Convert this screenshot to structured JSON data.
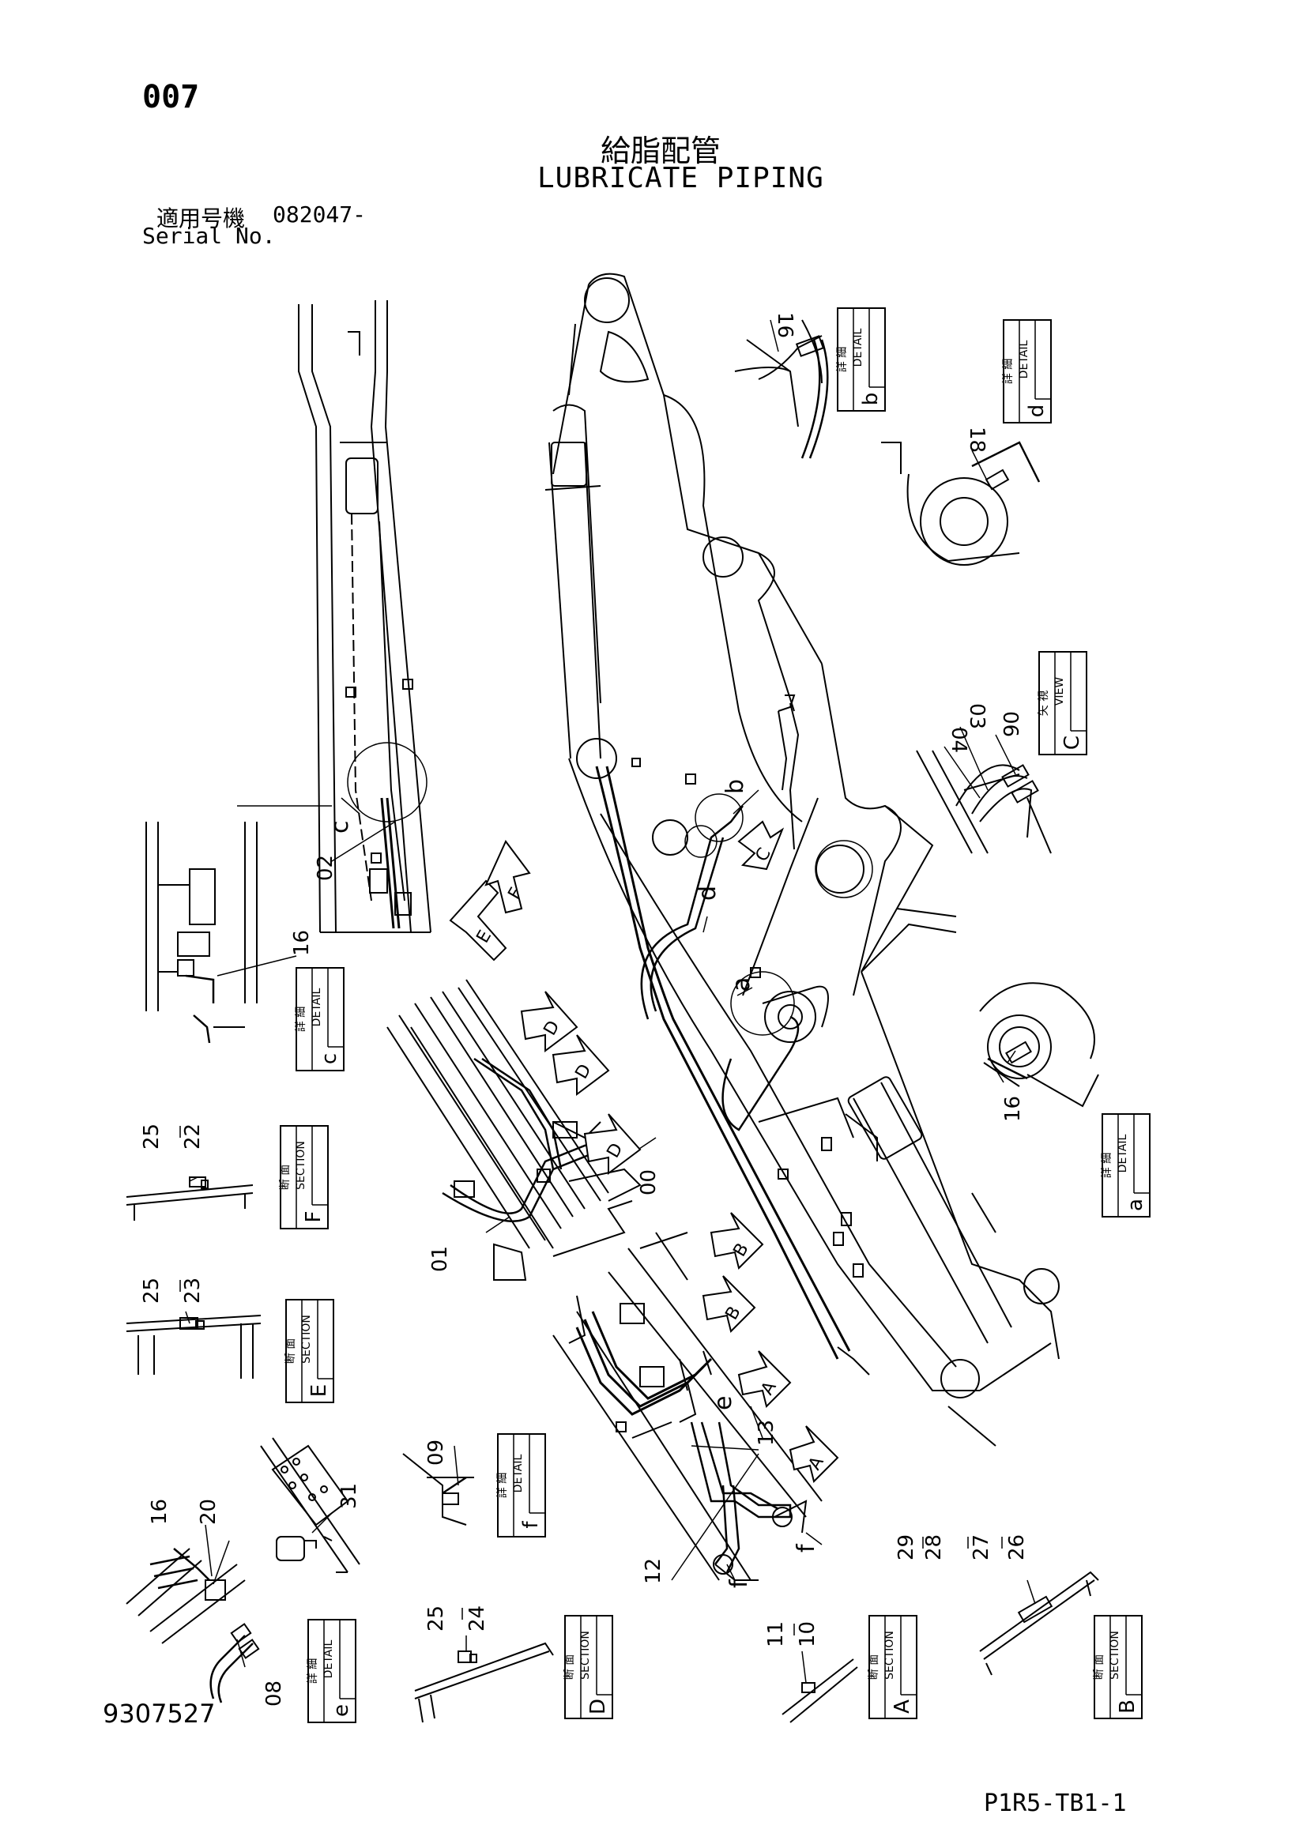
{
  "header": {
    "page_number": "007",
    "title_jp": "給脂配管",
    "title_en": "LUBRICATE PIPING",
    "serial_label_jp": "適用号機",
    "serial_value": "082047-",
    "serial_label_en": "Serial No."
  },
  "footer": {
    "drawing_number": "9307527",
    "page_code": "P1R5-TB1-1"
  },
  "boxes": {
    "detail_b": {
      "jp": "詳 細",
      "en": "DETAIL",
      "letter": "b"
    },
    "detail_d": {
      "jp": "詳 細",
      "en": "DETAIL",
      "letter": "d"
    },
    "view_c": {
      "jp": "矢 視",
      "en": "VIEW",
      "letter": "C"
    },
    "detail_c": {
      "jp": "詳 細",
      "en": "DETAIL",
      "letter": "c"
    },
    "section_f": {
      "jp": "断 面",
      "en": "SECTION",
      "letter": "F"
    },
    "section_e": {
      "jp": "断 面",
      "en": "SECTION",
      "letter": "E"
    },
    "detail_a": {
      "jp": "詳 細",
      "en": "DETAIL",
      "letter": "a"
    },
    "detail_f": {
      "jp": "詳 細",
      "en": "DETAIL",
      "letter": "f"
    },
    "detail_e": {
      "jp": "詳 細",
      "en": "DETAIL",
      "letter": "e"
    },
    "section_d": {
      "jp": "断 面",
      "en": "SECTION",
      "letter": "D"
    },
    "section_a": {
      "jp": "断 面",
      "en": "SECTION",
      "letter": "A"
    },
    "section_b": {
      "jp": "断 面",
      "en": "SECTION",
      "letter": "B"
    }
  },
  "callouts": {
    "c16_b": "16",
    "c18": "18",
    "c04": "04",
    "c03": "03",
    "c06": "06",
    "c16_c": "16",
    "c16_a": "16",
    "c02": "02",
    "c00": "00",
    "c01": "01",
    "c25_f": "25",
    "c22": "22",
    "c25_e": "25",
    "c23": "23",
    "c09": "09",
    "c13": "13",
    "c12": "12",
    "c31": "31",
    "c16_e": "16",
    "c20": "20",
    "c08": "08",
    "c25_d": "25",
    "c24": "24",
    "c11": "11",
    "c10": "10",
    "c29": "29",
    "c28": "28",
    "c27": "27",
    "c26": "26"
  },
  "view_letters": {
    "b": "b",
    "d": "d",
    "a": "a",
    "c": "c",
    "e": "e",
    "f1": "f",
    "f2": "f",
    "C": "C",
    "E": "E",
    "F": "F",
    "D1": "D",
    "D2": "D",
    "D3": "D",
    "B1": "B",
    "B2": "B",
    "A1": "A",
    "A2": "A"
  }
}
